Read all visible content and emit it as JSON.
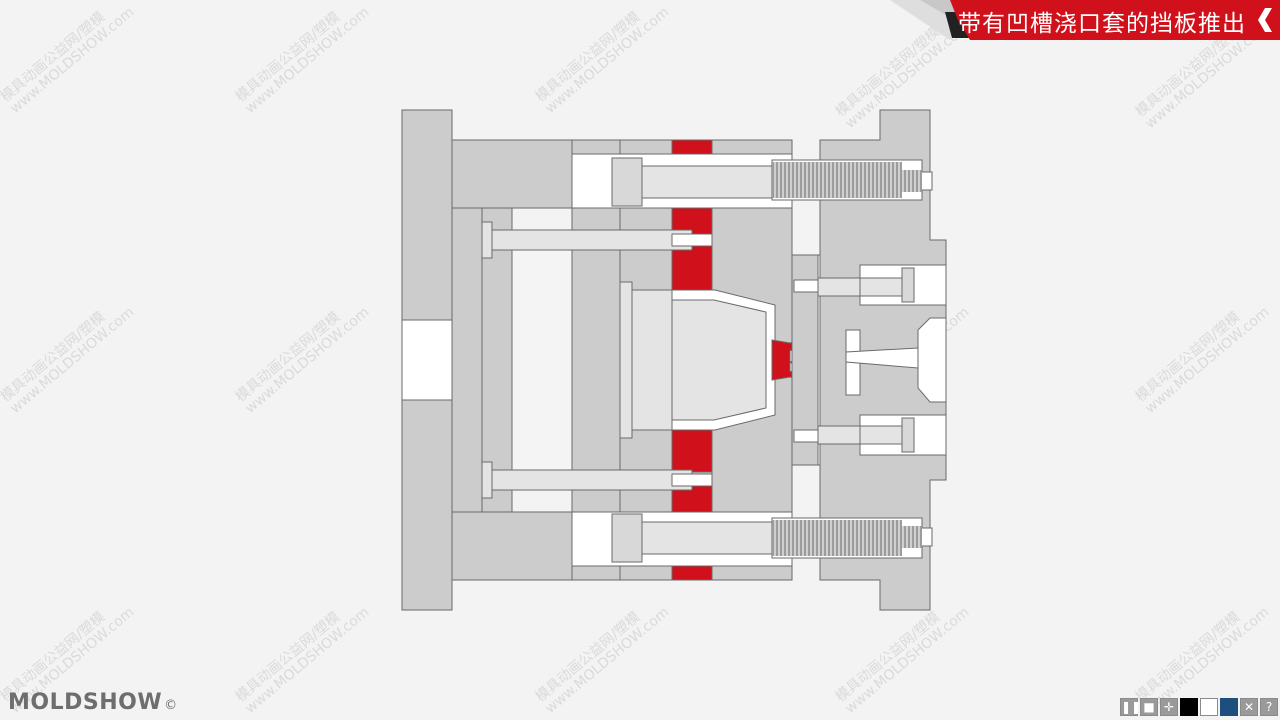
{
  "title": "带有凹槽浇口套的挡板推出",
  "brand": {
    "name": "MOLDSHOW",
    "mark": "©"
  },
  "controls": [
    {
      "name": "pause",
      "glyph": "❚❚"
    },
    {
      "name": "stop",
      "glyph": "■"
    },
    {
      "name": "move",
      "glyph": "✛"
    },
    {
      "name": "bg-black",
      "glyph": ""
    },
    {
      "name": "bg-white",
      "glyph": ""
    },
    {
      "name": "bg-navy",
      "glyph": ""
    },
    {
      "name": "close",
      "glyph": "✕"
    },
    {
      "name": "help",
      "glyph": "?"
    }
  ],
  "watermark": {
    "line1": "模具动画公益网/塑模",
    "line2": "www.MOLDSHOW.com"
  },
  "colors": {
    "accent": "#d0101a",
    "steel": "#cccccc",
    "light": "#e6e6e6",
    "outline": "#6a6a6a"
  }
}
